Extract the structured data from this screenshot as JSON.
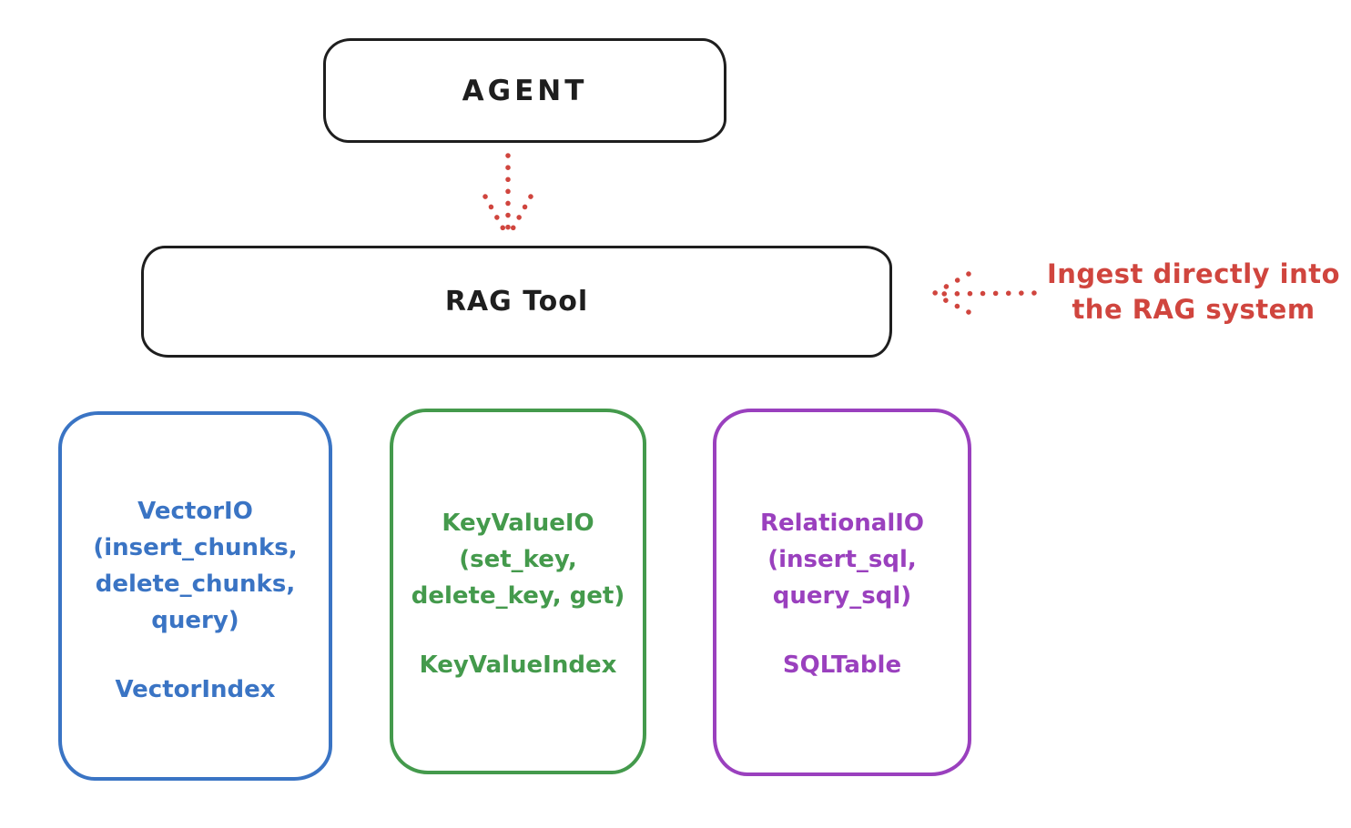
{
  "colors": {
    "background": "#ffffff",
    "stroke_dark": "#1e1e1e",
    "arrow_red": "#d0453e",
    "vector_blue": "#3a74c4",
    "keyvalue_green": "#449a4c",
    "relational_purple": "#9a40be"
  },
  "nodes": {
    "agent": {
      "label": "AGENT"
    },
    "rag_tool": {
      "label": "RAG Tool"
    },
    "vector_io": {
      "lines": [
        "VectorIO",
        "(insert_chunks,",
        "delete_chunks,",
        "query)"
      ],
      "index": "VectorIndex"
    },
    "key_value_io": {
      "lines": [
        "KeyValueIO",
        "(set_key,",
        "delete_key, get)"
      ],
      "index": "KeyValueIndex"
    },
    "relational_io": {
      "lines": [
        "RelationalIO",
        "(insert_sql,",
        "query_sql)"
      ],
      "index": "SQLTable"
    }
  },
  "annotation": {
    "lines": [
      "Ingest directly into",
      "the RAG system"
    ]
  },
  "icons": {
    "agent_to_rag": "dotted-arrow-down",
    "annotation_to_rag": "dotted-arrow-left"
  }
}
